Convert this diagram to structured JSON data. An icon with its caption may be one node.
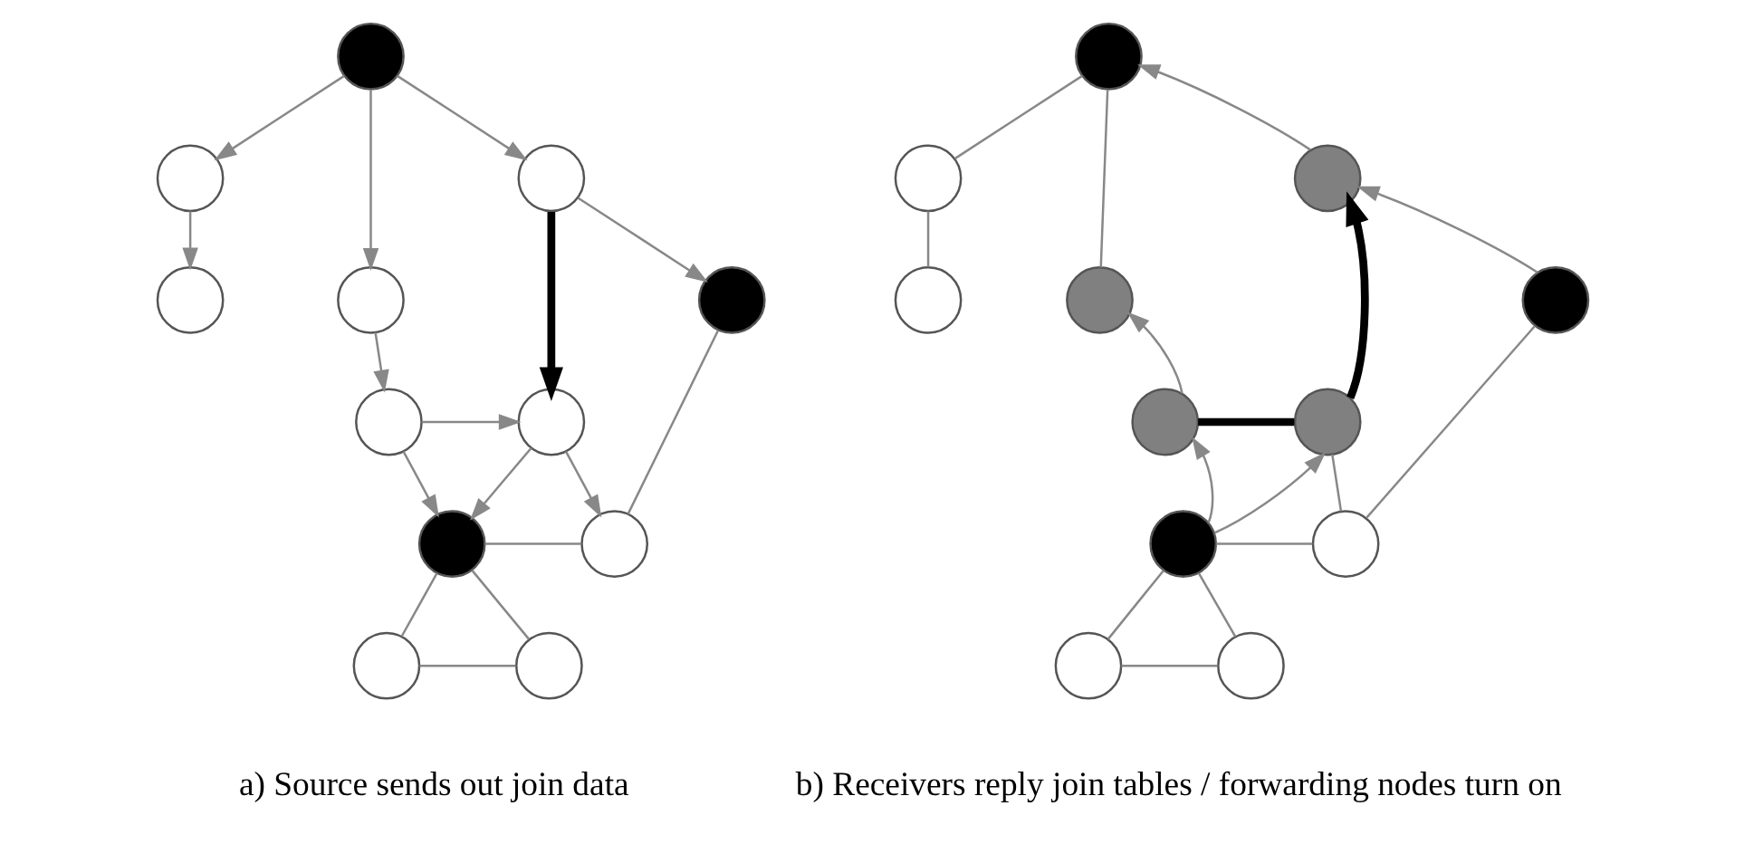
{
  "diagram": {
    "nodes": [
      {
        "text": [],
        "shape": "circle"
      },
      {
        "text": [],
        "shape": "circle"
      },
      {
        "text": [],
        "shape": "circle"
      },
      {
        "text": [],
        "shape": "circle"
      },
      {
        "text": [],
        "shape": "circle"
      },
      {
        "text": [],
        "shape": "circle"
      },
      {
        "text": [],
        "shape": "circle"
      },
      {
        "text": [],
        "shape": "circle"
      },
      {
        "text": [],
        "shape": "circle"
      },
      {
        "text": [],
        "shape": "circle"
      },
      {
        "text": [],
        "shape": "circle"
      },
      {
        "text": [],
        "shape": "circle"
      },
      {
        "text": [],
        "shape": "circle"
      },
      {
        "text": [],
        "shape": "circle"
      },
      {
        "text": [],
        "shape": "circle"
      },
      {
        "text": [],
        "shape": "circle"
      },
      {
        "text": [],
        "shape": "circle"
      },
      {
        "text": [],
        "shape": "circle"
      },
      {
        "text": [],
        "shape": "circle"
      },
      {
        "text": [],
        "shape": "circle"
      },
      {
        "text": [],
        "shape": "circle"
      },
      {
        "text": [],
        "shape": "circle"
      },
      {
        "text": [],
        "shape": "circle"
      },
      {
        "text": [],
        "shape": "circle"
      }
    ],
    "edges": [
      {
        "from": 0,
        "to": 1,
        "arrow": "to"
      },
      {
        "from": 0,
        "to": 3,
        "arrow": "to"
      },
      {
        "from": 0,
        "to": 2,
        "arrow": "to"
      },
      {
        "from": 1,
        "to": 4,
        "arrow": "to"
      },
      {
        "from": 2,
        "to": 7,
        "arrow": "to",
        "style": "thick",
        "color": "#000000"
      },
      {
        "from": 2,
        "to": 5,
        "arrow": "to"
      },
      {
        "from": 3,
        "to": 6,
        "arrow": "to"
      },
      {
        "from": 6,
        "to": 7,
        "arrow": "to"
      },
      {
        "from": 6,
        "to": 8,
        "arrow": "to"
      },
      {
        "from": 7,
        "to": 8,
        "arrow": "to"
      },
      {
        "from": 7,
        "to": 9,
        "arrow": "to"
      },
      {
        "from": 5,
        "to": 9,
        "arrow": "none"
      },
      {
        "from": 8,
        "to": 9,
        "arrow": "none"
      },
      {
        "from": 8,
        "to": 10,
        "arrow": "none"
      },
      {
        "from": 8,
        "to": 11,
        "arrow": "none"
      },
      {
        "from": 10,
        "to": 11,
        "arrow": "none"
      },
      {
        "from": 12,
        "to": 13,
        "arrow": "none"
      },
      {
        "from": 12,
        "to": 15,
        "arrow": "none"
      },
      {
        "from": 14,
        "to": 12,
        "arrow": "to"
      },
      {
        "from": 13,
        "to": 16,
        "arrow": "none"
      },
      {
        "from": 17,
        "to": 14,
        "arrow": "to"
      },
      {
        "from": 19,
        "to": 14,
        "arrow": "to",
        "style": "thick",
        "color": "#000000"
      },
      {
        "from": 18,
        "to": 15,
        "arrow": "to"
      },
      {
        "from": 18,
        "to": 19,
        "arrow": "none",
        "style": "thick",
        "color": "#000000"
      },
      {
        "from": 20,
        "to": 18,
        "arrow": "to"
      },
      {
        "from": 20,
        "to": 19,
        "arrow": "to"
      },
      {
        "from": 19,
        "to": 21,
        "arrow": "none"
      },
      {
        "from": 17,
        "to": 21,
        "arrow": "none"
      },
      {
        "from": 20,
        "to": 21,
        "arrow": "none"
      },
      {
        "from": 20,
        "to": 22,
        "arrow": "none"
      },
      {
        "from": 20,
        "to": 23,
        "arrow": "none"
      },
      {
        "from": 22,
        "to": 23,
        "arrow": "none"
      }
    ],
    "labels": [
      "a) Source sends out join data",
      "b) Receivers reply join tables / forwarding nodes turn on"
    ]
  }
}
